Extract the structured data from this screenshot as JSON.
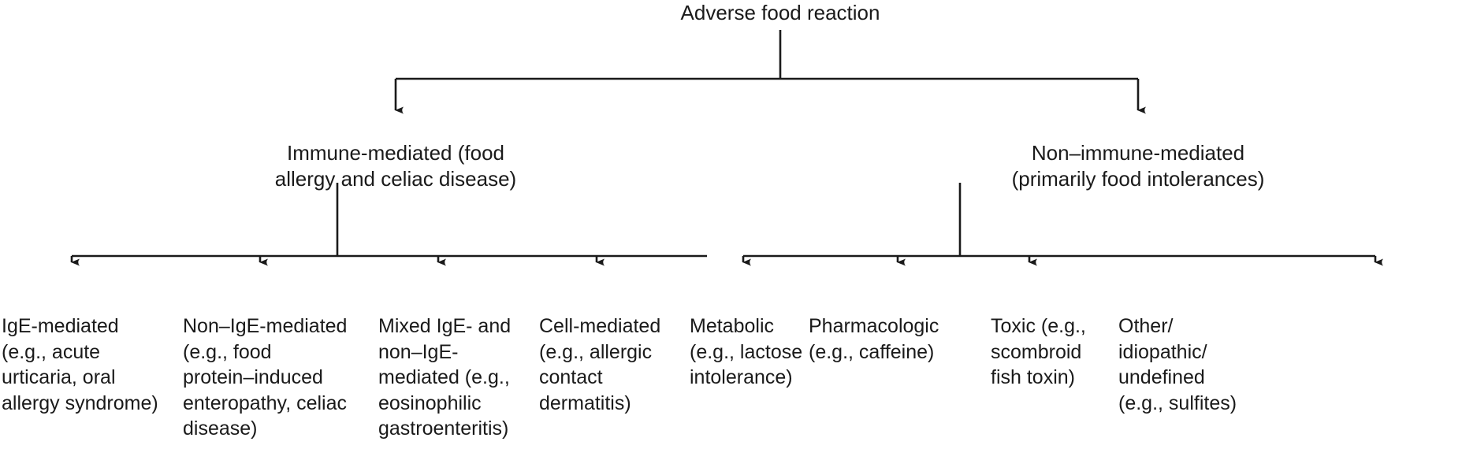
{
  "figure": {
    "type": "flowchart-tree",
    "title_text": "Adverse food reaction",
    "background_color": "#ffffff",
    "line_color": "#1a1a1a",
    "text_color": "#1a1a1a"
  },
  "root": {
    "label": "Adverse food reaction"
  },
  "level2": [
    {
      "id": "immune",
      "label": "Immune-mediated (food\nallergy and celiac disease)"
    },
    {
      "id": "nonimmune",
      "label": "Non–immune-mediated\n(primarily food intolerances)"
    }
  ],
  "leaves": [
    {
      "id": "ige",
      "parent": "immune",
      "label": "IgE-mediated\n(e.g., acute\nurticaria, oral\nallergy syndrome)"
    },
    {
      "id": "nonige",
      "parent": "immune",
      "label": "Non–IgE-mediated\n(e.g., food\nprotein–induced\nenteropathy, celiac\ndisease)"
    },
    {
      "id": "mixed",
      "parent": "immune",
      "label": "Mixed IgE- and\nnon–IgE-\nmediated (e.g.,\neosinophilic\ngastroenteritis)"
    },
    {
      "id": "cell",
      "parent": "immune",
      "label": "Cell-mediated\n(e.g., allergic\ncontact\ndermatitis)"
    },
    {
      "id": "metabolic",
      "parent": "nonimmune",
      "label": "Metabolic\n(e.g., lactose\nintolerance)"
    },
    {
      "id": "pharm",
      "parent": "nonimmune",
      "label": "Pharmacologic\n(e.g., caffeine)"
    },
    {
      "id": "toxic",
      "parent": "nonimmune",
      "label": "Toxic (e.g.,\nscombroid\nfish toxin)"
    },
    {
      "id": "other",
      "parent": "nonimmune",
      "label": "Other/\nidiopathic/\nundefined\n(e.g., sulfites)"
    }
  ]
}
